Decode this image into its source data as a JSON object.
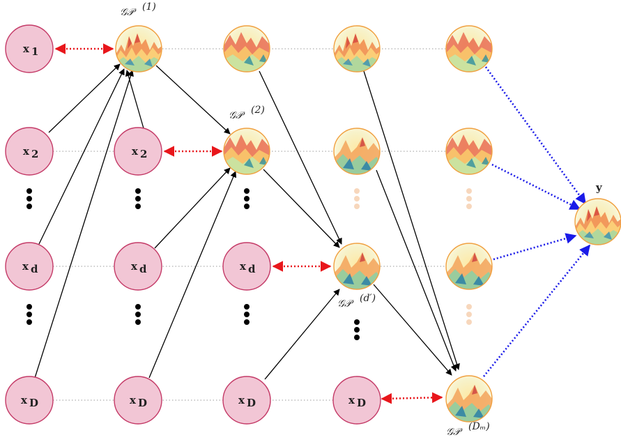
{
  "input_labels": {
    "x1": "x",
    "x1_sub": "1",
    "x2": "x",
    "x2_sub": "2",
    "xd": "x",
    "xd_sub": "d",
    "xD": "x",
    "xD_sub": "D"
  },
  "gp_labels": {
    "gp1": "𝒢𝒫",
    "gp1_sup": "(1)",
    "gp2": "𝒢𝒫",
    "gp2_sup": "(2)",
    "gpd": "𝒢𝒫",
    "gpd_sup": "(d′)",
    "gpDm": "𝒢𝒫",
    "gpDm_sup": "(Dₘ)"
  },
  "output_label": "y",
  "colors": {
    "input_fill": "#f2c6d5",
    "input_stroke": "#c43a67",
    "gp_stroke": "#f0a040",
    "red_link": "#e8161b",
    "blue_link": "#1a1ae8",
    "dotted_row": "#999999",
    "faded_dots": "#f7d7bc"
  }
}
